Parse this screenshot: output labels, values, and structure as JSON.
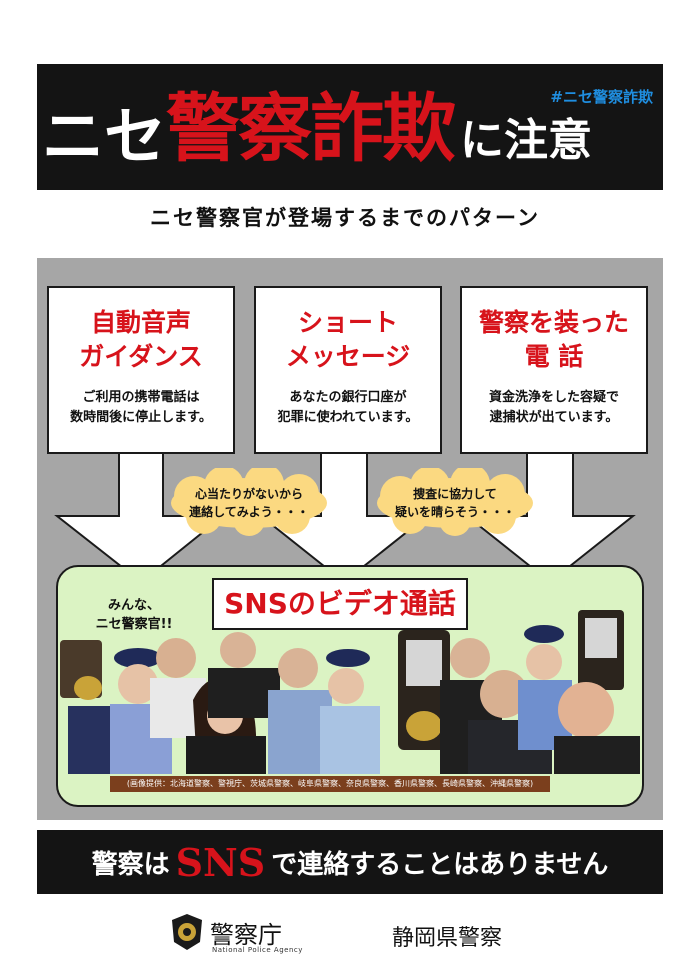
{
  "header": {
    "title_white1": "ニセ",
    "title_red": "警察詐欺",
    "title_white2": "に注意",
    "hashtag": "#ニセ警察詐欺"
  },
  "subtitle": "ニセ警察官が登場するまでのパターン",
  "cards": [
    {
      "head_line1": "自動音声",
      "head_line2": "ガイダンス",
      "body_line1": "ご利用の携帯電話は",
      "body_line2": "数時間後に停止します。"
    },
    {
      "head_line1": "ショート",
      "head_line2": "メッセージ",
      "body_line1": "あなたの銀行口座が",
      "body_line2": "犯罪に使われています。"
    },
    {
      "head_line1": "警察を装った",
      "head_line2": "電 話",
      "body_line1": "資金洗浄をした容疑で",
      "body_line2": "逮捕状が出ています。"
    }
  ],
  "bubbles": [
    {
      "line1": "心当たりがないから",
      "line2": "連絡してみよう・・・"
    },
    {
      "line1": "捜査に協力して",
      "line2": "疑いを晴らそう・・・"
    }
  ],
  "sns": {
    "label": "SNSのビデオ通話",
    "minna_line1": "みんな、",
    "minna_line2": "ニセ警察官!!",
    "credit": "(画像提供：北海道警察、警視庁、茨城県警察、岐阜県警察、奈良県警察、香川県警察、長崎県警察、沖縄県警察)"
  },
  "bottom": {
    "part1": "警察は",
    "red": "SNS",
    "part2": "で連絡することはありません"
  },
  "footer": {
    "npa_name": "警察庁",
    "npa_sub": "National Police Agency",
    "pref": "静岡県警察"
  },
  "colors": {
    "accent_red": "#d7131b",
    "banner_black": "#141414",
    "panel_grey": "#a6a6a6",
    "sns_green": "#dbf3c3",
    "bubble_yellow": "#fbd981",
    "hashtag_blue": "#1f8ee0"
  }
}
